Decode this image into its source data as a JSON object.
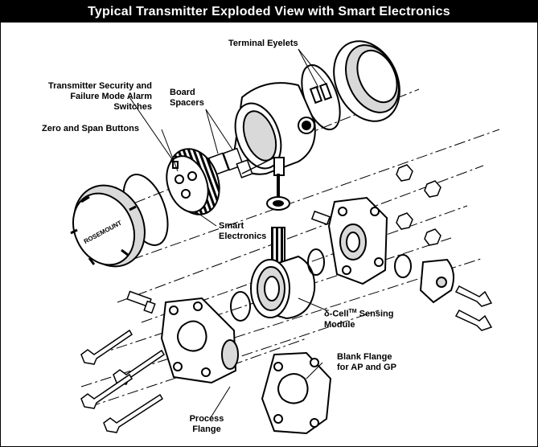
{
  "title": "Typical Transmitter Exploded View with Smart Electronics",
  "labels": {
    "terminal_eyelets": "Terminal Eyelets",
    "security_line1": "Transmitter Security and",
    "security_line2": "Failure Mode Alarm",
    "security_line3": "Switches",
    "board_spacers_line1": "Board",
    "board_spacers_line2": "Spacers",
    "zero_span": "Zero and Span Buttons",
    "smart_line1": "Smart",
    "smart_line2": "Electronics",
    "sensing_prefix": "δ-Cell",
    "sensing_tm": "TM",
    "sensing_suffix": " Sensing",
    "sensing_line2": "Module",
    "blank_line1": "Blank Flange",
    "blank_line2": "for AP and GP",
    "process_line1": "Process",
    "process_line2": "Flange"
  },
  "cover_brand": "ROSEMOUNT",
  "colors": {
    "ink": "#000000",
    "paper": "#ffffff",
    "shade": "#d9d9d9",
    "mid": "#9a9a9a"
  }
}
